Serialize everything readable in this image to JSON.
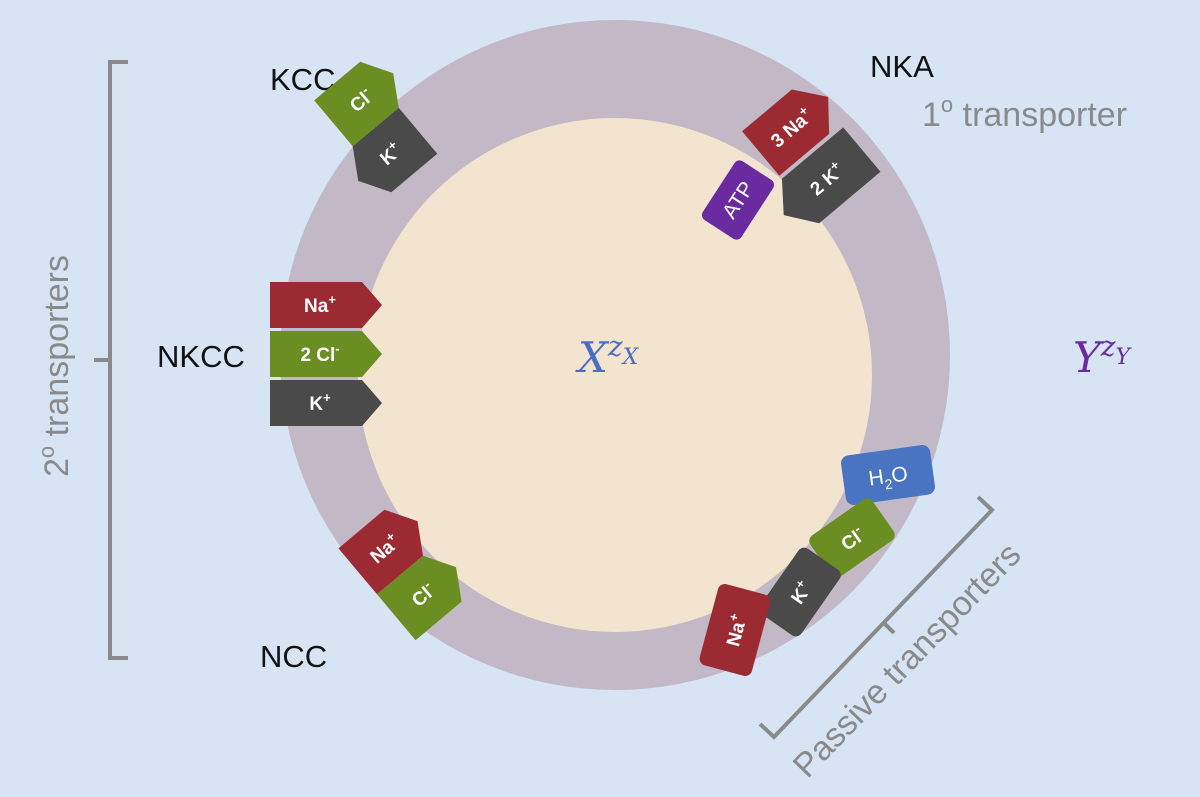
{
  "colors": {
    "background": "#d6e4f3",
    "membrane": "#c3b8c5",
    "cytoplasm": "#f3e4d0",
    "sodium": "#9c2a33",
    "chloride": "#6b8e23",
    "potassium": "#4a4a4a",
    "atp": "#6a2aa0",
    "water": "#4874c1",
    "bracket": "#8a8a8a",
    "inside_label": "#4a6fc0",
    "outside_label": "#6a2aa0"
  },
  "inside": {
    "base": "X",
    "sup": "z",
    "sub": "X"
  },
  "outside": {
    "base": "Y",
    "sup": "z",
    "sub": "Y"
  },
  "kcc": {
    "label": "KCC",
    "cl": "Cl",
    "cl_sup": "-",
    "k": "K",
    "k_sup": "+"
  },
  "nka": {
    "label": "NKA",
    "category_prefix": "1",
    "category_sup": "o",
    "category_word": " transporter",
    "na": "3 Na",
    "na_sup": "+",
    "k": "2 K",
    "k_sup": "+",
    "atp": "ATP"
  },
  "nkcc": {
    "label": "NKCC",
    "na": "Na",
    "na_sup": "+",
    "cl": "2 Cl",
    "cl_sup": "-",
    "k": "K",
    "k_sup": "+"
  },
  "ncc": {
    "label": "NCC",
    "na": "Na",
    "na_sup": "+",
    "cl": "Cl",
    "cl_sup": "-"
  },
  "secondary": {
    "prefix": "2",
    "sup": "o",
    "word": " transporters"
  },
  "passive": {
    "word1": "Passive",
    "word2": " transporters",
    "water_h": "H",
    "water_sub": "2",
    "water_o": "O",
    "cl": "Cl",
    "cl_sup": "-",
    "k": "K",
    "k_sup": "+",
    "na": "Na",
    "na_sup": "+"
  }
}
